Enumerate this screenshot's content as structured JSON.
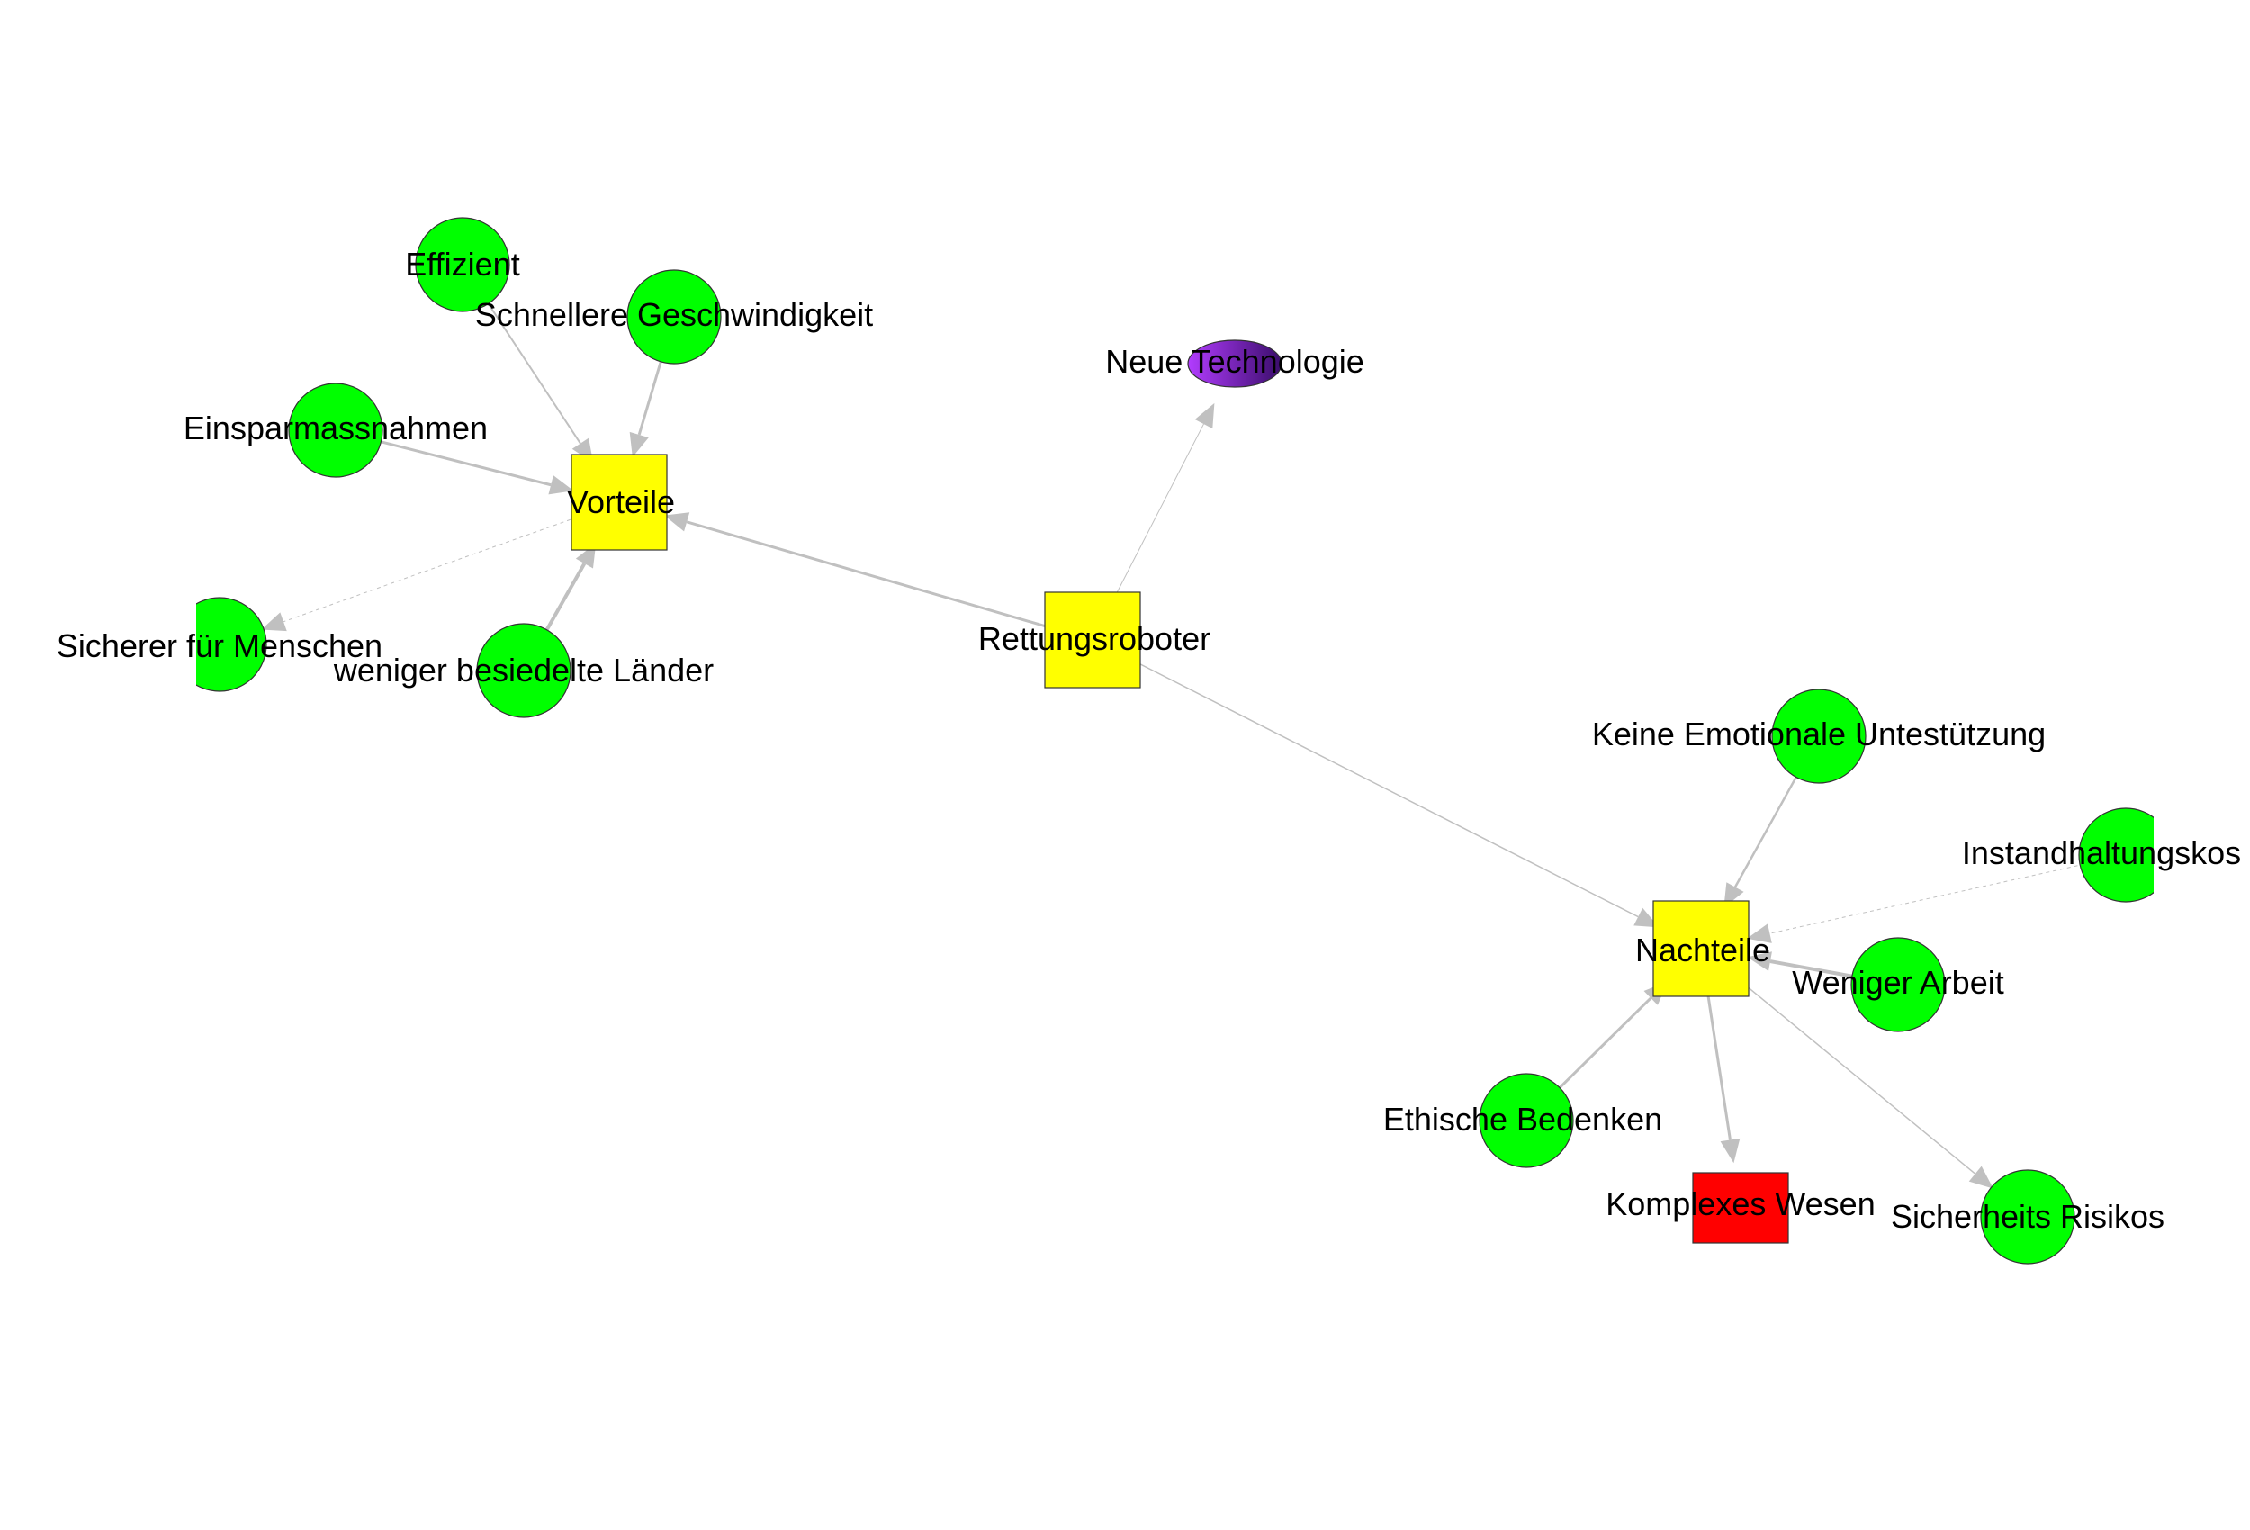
{
  "diagram": {
    "type": "network-graph",
    "colors": {
      "background": "#ffffff",
      "edge": "#c0c0c0",
      "arrowhead": "#c0c0c0",
      "node_stroke": "#333333",
      "label": "#000000",
      "circle_fill": "#00ff00",
      "square_fill": "#ffff00",
      "risk_fill": "#ff0000",
      "purple_light": "#a32cf0",
      "purple_dark": "#3a0d6b"
    },
    "nodes": [
      {
        "id": "rettungsroboter",
        "label": "Rettungsroboter",
        "shape": "square",
        "color": "#ffff00"
      },
      {
        "id": "vorteile",
        "label": "Vorteile",
        "shape": "square",
        "color": "#ffff00"
      },
      {
        "id": "nachteile",
        "label": "Nachteile",
        "shape": "square",
        "color": "#ffff00"
      },
      {
        "id": "neue-technologie",
        "label": "Neue Technologie",
        "shape": "ellipse",
        "color": "#6a1fbf"
      },
      {
        "id": "effizient",
        "label": "Effizient",
        "shape": "circle",
        "color": "#00ff00"
      },
      {
        "id": "schnellere-geschwindigkeit",
        "label": "Schnellere Geschwindigkeit",
        "shape": "circle",
        "color": "#00ff00"
      },
      {
        "id": "einsparmassnahmen",
        "label": "Einsparmassnahmen",
        "shape": "circle",
        "color": "#00ff00"
      },
      {
        "id": "sicherer-fuer-menschen",
        "label": "Sicherer für Menschen",
        "shape": "circle",
        "color": "#00ff00"
      },
      {
        "id": "weniger-besiedelte-laender",
        "label": "weniger besiedelte Länder",
        "shape": "circle",
        "color": "#00ff00"
      },
      {
        "id": "keine-emotionale-untestuetzung",
        "label": "Keine Emotionale Untestützung",
        "shape": "circle",
        "color": "#00ff00"
      },
      {
        "id": "instandhaltungskos",
        "label": "Instandhaltungskos",
        "shape": "circle",
        "color": "#00ff00"
      },
      {
        "id": "weniger-arbeit",
        "label": "Weniger Arbeit",
        "shape": "circle",
        "color": "#00ff00"
      },
      {
        "id": "ethische-bedenken",
        "label": "Ethische Bedenken",
        "shape": "circle",
        "color": "#00ff00"
      },
      {
        "id": "komplexes-wesen",
        "label": "Komplexes Wesen",
        "shape": "square",
        "color": "#ff0000"
      },
      {
        "id": "sicherheits-risikos",
        "label": "Sicherheits Risikos",
        "shape": "circle",
        "color": "#00ff00"
      }
    ],
    "edges": [
      {
        "from": "rettungsroboter",
        "to": "vorteile",
        "weight": 3,
        "style": "solid"
      },
      {
        "from": "rettungsroboter",
        "to": "neue-technologie",
        "weight": 1,
        "style": "solid"
      },
      {
        "from": "rettungsroboter",
        "to": "nachteile",
        "weight": 1.5,
        "style": "solid"
      },
      {
        "from": "effizient",
        "to": "vorteile",
        "weight": 2,
        "style": "solid"
      },
      {
        "from": "schnellere-geschwindigkeit",
        "to": "vorteile",
        "weight": 3,
        "style": "solid"
      },
      {
        "from": "einsparmassnahmen",
        "to": "vorteile",
        "weight": 3,
        "style": "solid"
      },
      {
        "from": "vorteile",
        "to": "sicherer-fuer-menschen",
        "weight": 1,
        "style": "dotted"
      },
      {
        "from": "weniger-besiedelte-laender",
        "to": "vorteile",
        "weight": 4,
        "style": "solid"
      },
      {
        "from": "keine-emotionale-untestuetzung",
        "to": "nachteile",
        "weight": 2.5,
        "style": "solid"
      },
      {
        "from": "instandhaltungskos",
        "to": "nachteile",
        "weight": 1,
        "style": "dotted"
      },
      {
        "from": "weniger-arbeit",
        "to": "nachteile",
        "weight": 4,
        "style": "solid"
      },
      {
        "from": "ethische-bedenken",
        "to": "nachteile",
        "weight": 3,
        "style": "solid"
      },
      {
        "from": "nachteile",
        "to": "komplexes-wesen",
        "weight": 3,
        "style": "solid"
      },
      {
        "from": "nachteile",
        "to": "sicherheits-risikos",
        "weight": 1.5,
        "style": "solid"
      }
    ]
  }
}
